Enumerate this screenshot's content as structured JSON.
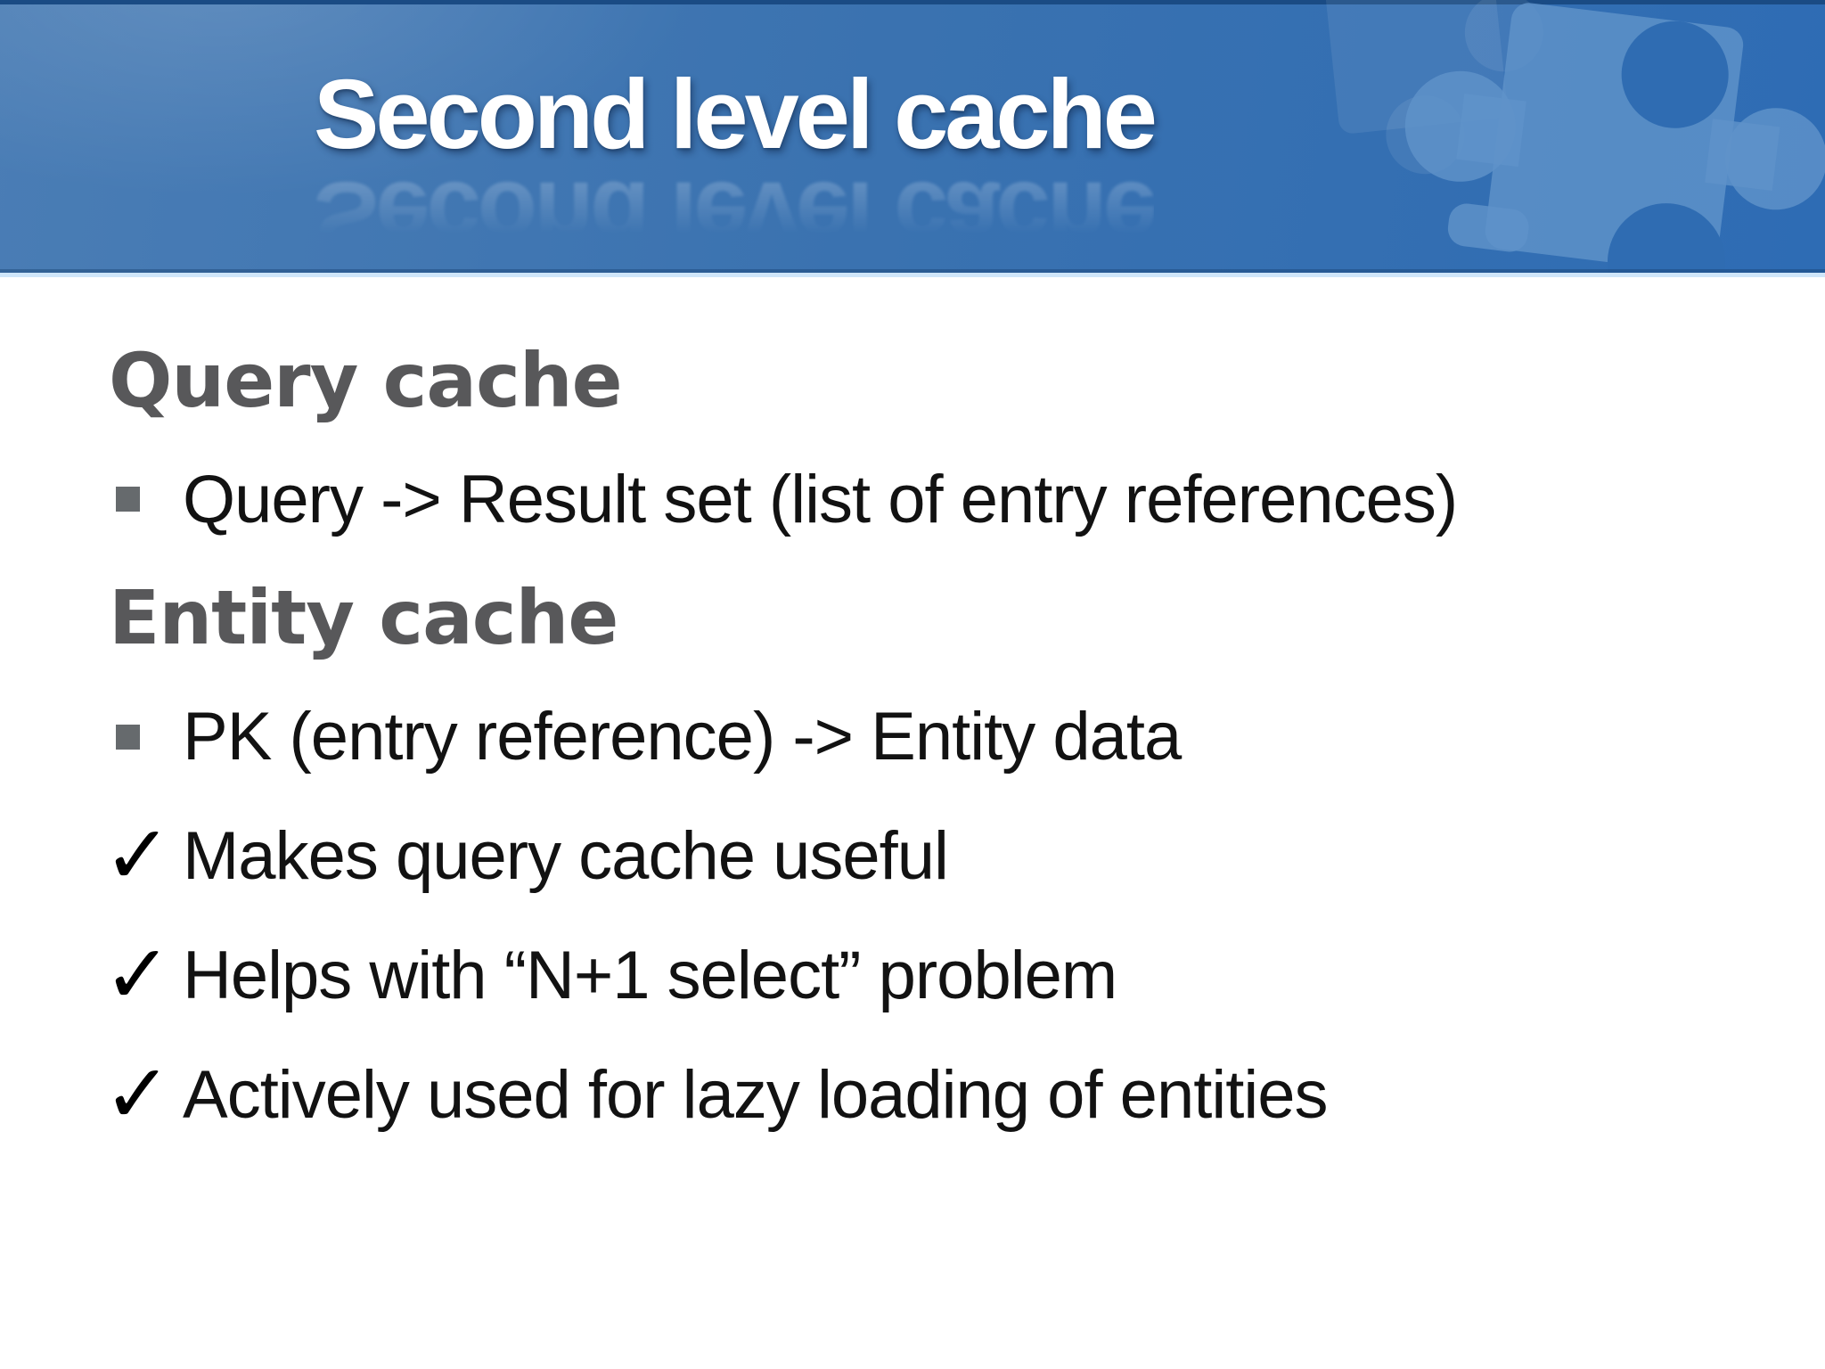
{
  "slide": {
    "header": {
      "title": "Second level cache"
    },
    "body": {
      "sections": [
        {
          "heading": "Query cache",
          "items": [
            {
              "marker": "square",
              "text": "Query -> Result set (list of entry references)"
            }
          ]
        },
        {
          "heading": "Entity cache",
          "items": [
            {
              "marker": "square",
              "text": "PK (entry reference) -> Entity data"
            },
            {
              "marker": "check",
              "text": "Makes query cache useful"
            },
            {
              "marker": "check",
              "text": "Helps with “N+1 select” problem"
            },
            {
              "marker": "check",
              "text": "Actively used for lazy loading of entities"
            }
          ]
        }
      ]
    }
  },
  "icons": {
    "check_glyph": "✓",
    "square_bullet": "▪",
    "header_graphic": "puzzle-piece"
  },
  "colors": {
    "header_gradient_left": "#4a7db5",
    "header_gradient_right": "#2e6cb4",
    "header_top_line": "#1a4b84",
    "header_bottom_line": "#153e6e",
    "header_bottom_highlight": "#cfe6fa",
    "title_text": "#ffffff",
    "heading_text": "#58585a",
    "body_text": "#121212",
    "bullet_square": "#666a6d",
    "check_mark": "#000000",
    "puzzle_piece_light": "#5f93c9",
    "background": "#ffffff"
  }
}
